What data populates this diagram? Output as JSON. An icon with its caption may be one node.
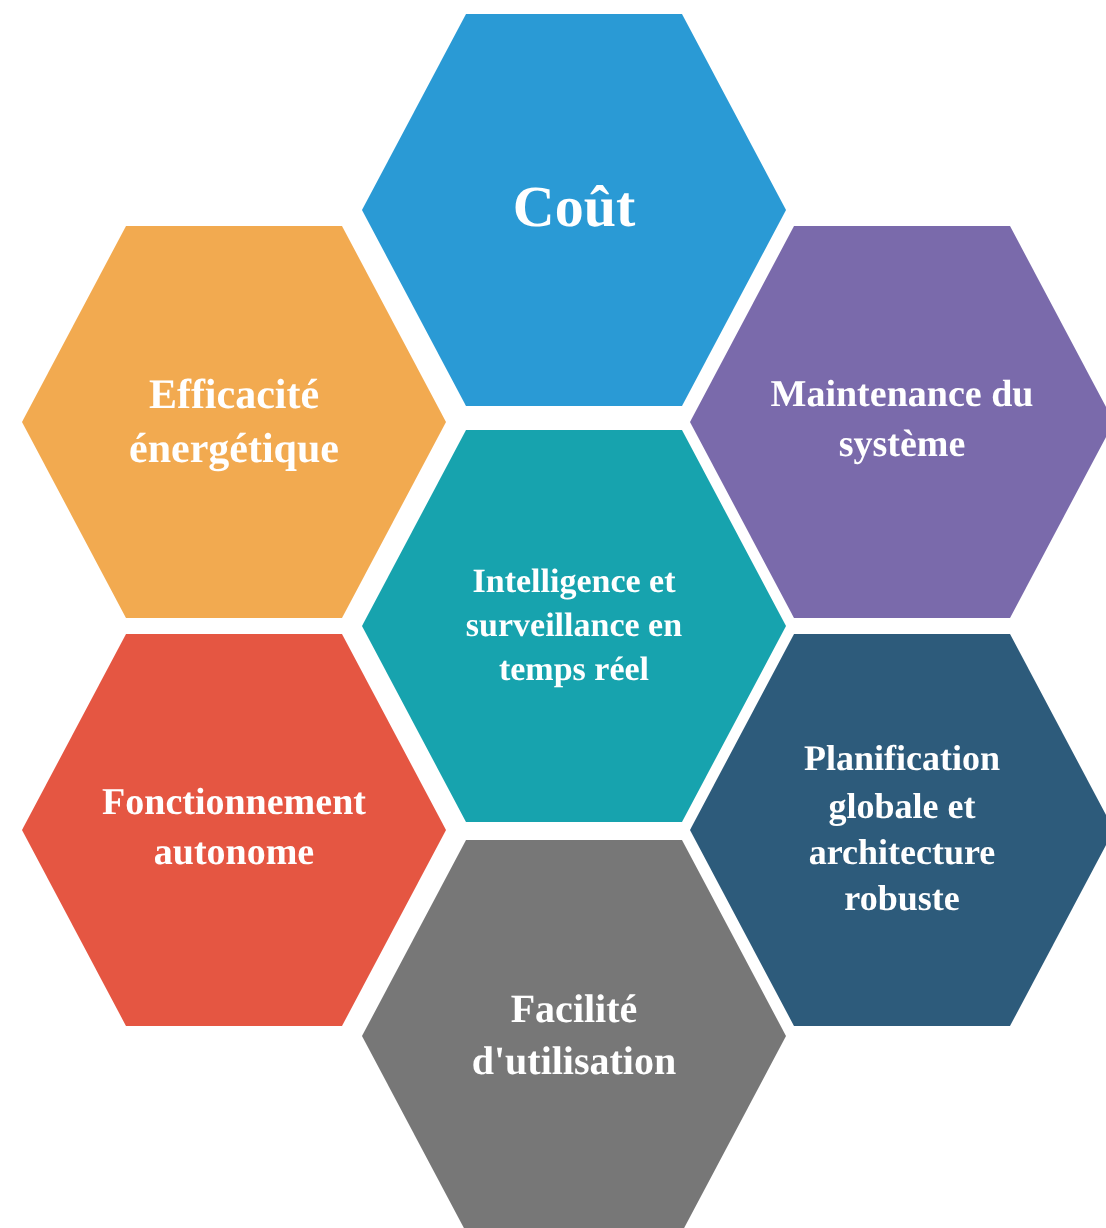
{
  "diagram": {
    "nodes": [
      {
        "text": [
          "Coût"
        ]
      },
      {
        "text": [
          "Efficacité énergétique"
        ]
      },
      {
        "text": [
          "Maintenance du système"
        ]
      },
      {
        "text": [
          "Intelligence et surveillance en temps réel"
        ]
      },
      {
        "text": [
          "Fonctionnement autonome"
        ]
      },
      {
        "text": [
          "Planification globale et architecture robuste"
        ]
      },
      {
        "text": [
          "Facilité d'utilisation"
        ]
      }
    ]
  }
}
